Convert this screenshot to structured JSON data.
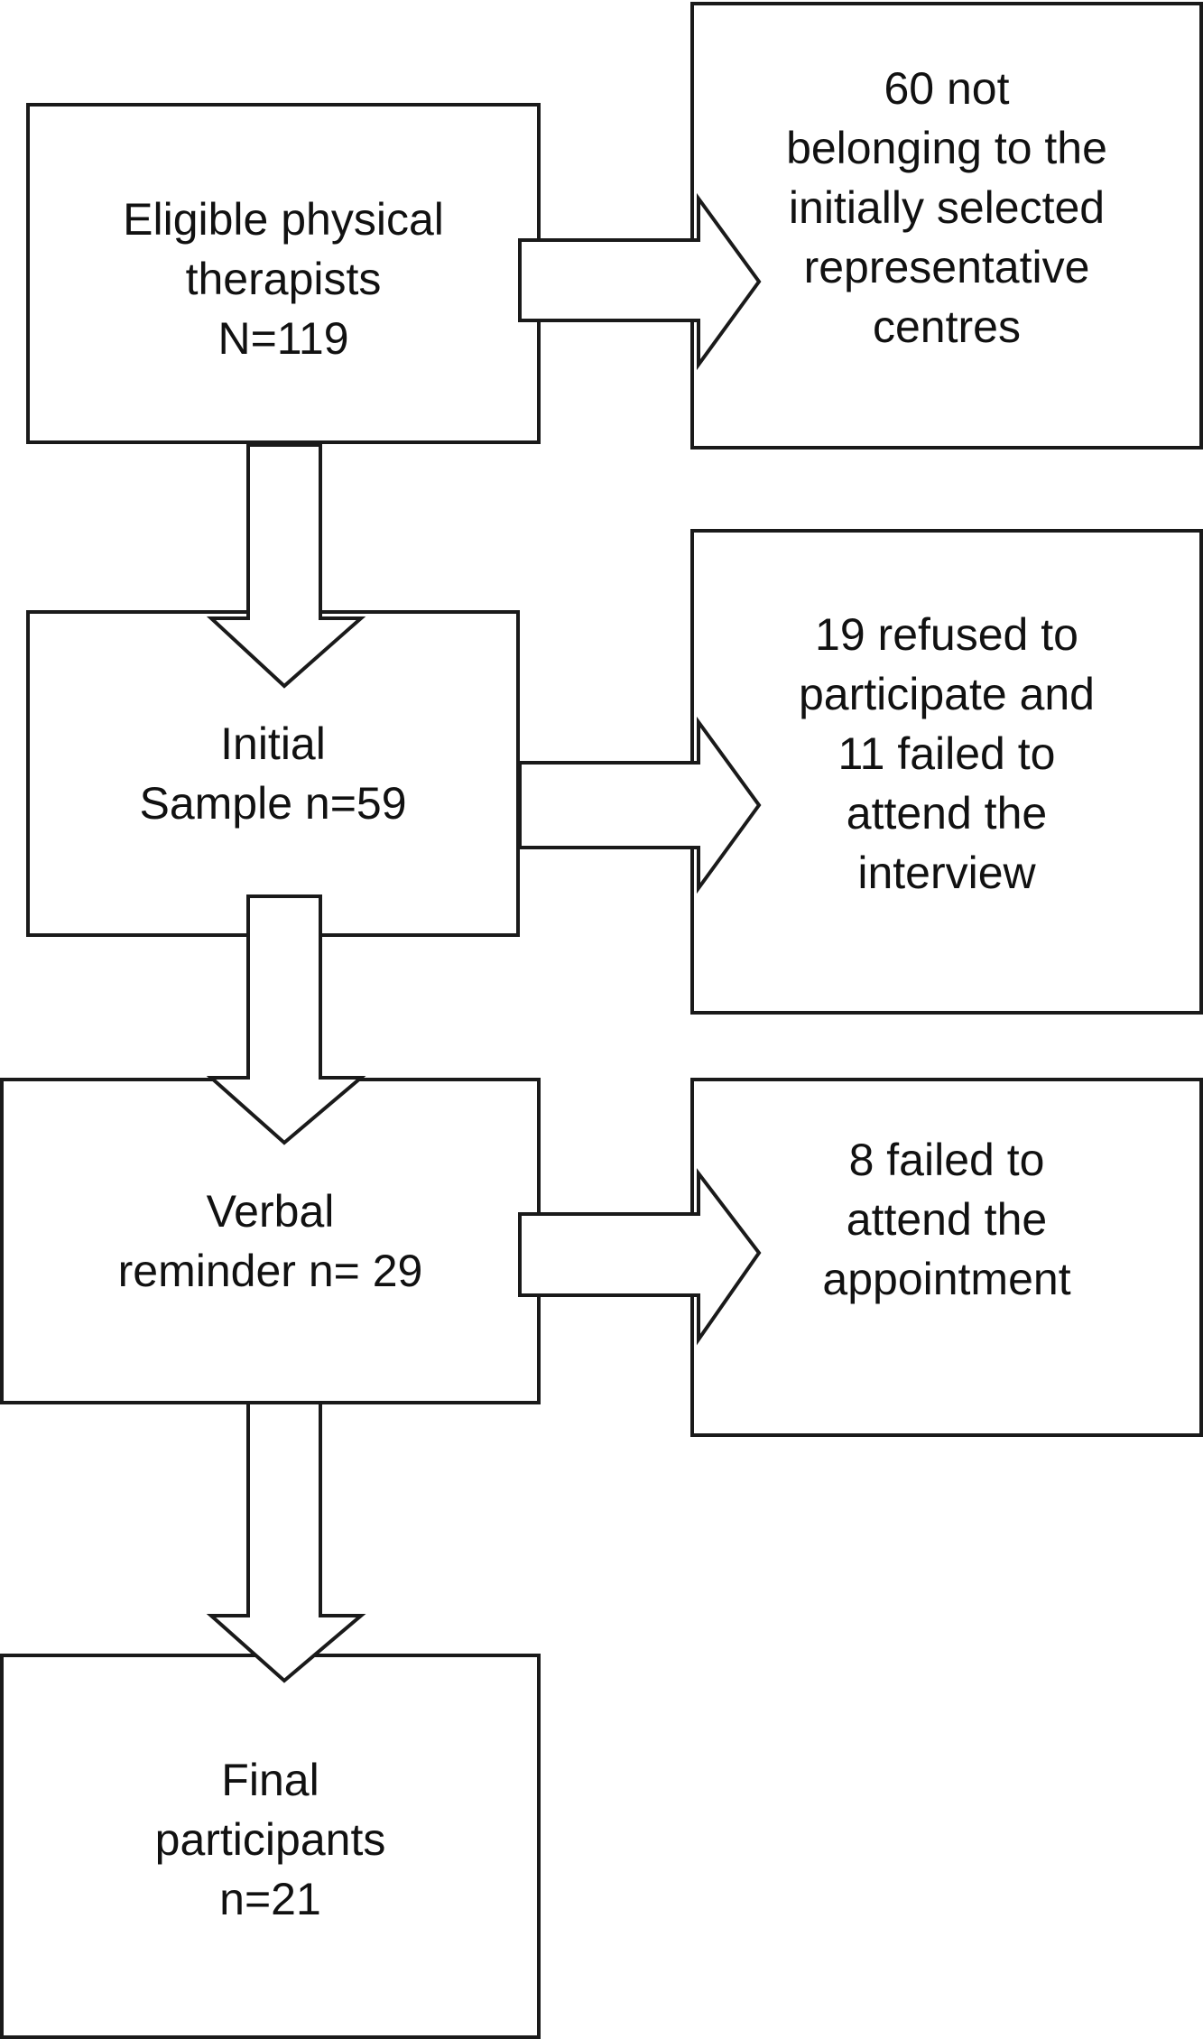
{
  "flowchart": {
    "main_boxes": [
      {
        "id": "eligible",
        "text": "Eligible physical\ntherapists\nN=119"
      },
      {
        "id": "initial",
        "text": "Initial\nSample n=59"
      },
      {
        "id": "verbal",
        "text": "Verbal\nreminder n= 29"
      },
      {
        "id": "final",
        "text": "Final\nparticipants\nn=21"
      }
    ],
    "exclusion_boxes": [
      {
        "id": "excl-1",
        "text": "60 not\nbelonging to the\ninitially selected\nrepresentative\ncentres"
      },
      {
        "id": "excl-2",
        "text": "19 refused to\nparticipate and\n11 failed to\nattend the\ninterview"
      },
      {
        "id": "excl-3",
        "text": "8 failed to\nattend the\nappointment"
      }
    ]
  }
}
